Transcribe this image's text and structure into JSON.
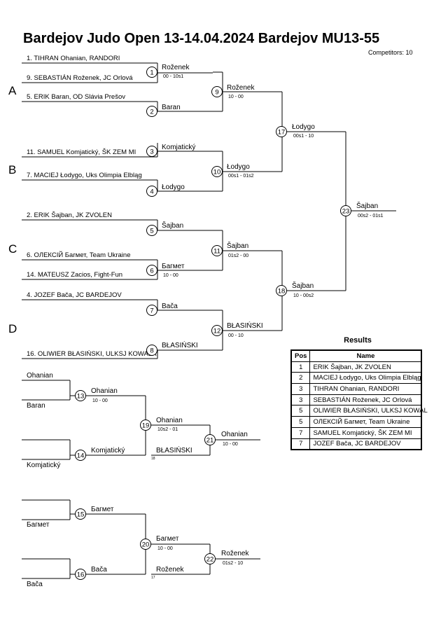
{
  "header": {
    "title": "Bardejov Judo Open  13-14.04.2024  Bardejov   MU13-55",
    "competitors": "Competitors: 10"
  },
  "pools": [
    "A",
    "B",
    "C",
    "D"
  ],
  "entries": [
    "1. TIHRAN Ohanian, RANDORI",
    "9. SEBASTIÁN Roženek, JC Orlová",
    "5. ERIK Baran, OD Slávia Prešov",
    "11. SAMUEL Komjatický, ŠK ZEM MI",
    "7. MACIEJ Łodygo, Uks Olimpia Elbląg",
    "2. ERIK Šajban, JK ZVOLEN",
    "6. ОЛЕКСІЙ Багмет, Team Ukraine",
    "14. MATEUSZ Zacios, Fight-Fun",
    "4. JOZEF Bača, JC BARDEJOV",
    "16. OLIWIER BŁASIŃSKI, ULKSJ KOWALA"
  ],
  "matches": [
    {
      "num": "1",
      "winner": "Roženek",
      "score": "00 - 10s1"
    },
    {
      "num": "2",
      "winner": "Baran",
      "score": ""
    },
    {
      "num": "3",
      "winner": "Komjatický",
      "score": ""
    },
    {
      "num": "4",
      "winner": "Łodygo",
      "score": ""
    },
    {
      "num": "5",
      "winner": "Šajban",
      "score": ""
    },
    {
      "num": "6",
      "winner": "Багмет",
      "score": "10 - 00"
    },
    {
      "num": "7",
      "winner": "Bača",
      "score": ""
    },
    {
      "num": "8",
      "winner": "BŁASIŃSKI",
      "score": ""
    },
    {
      "num": "9",
      "winner": "Roženek",
      "score": "10 - 00"
    },
    {
      "num": "10",
      "winner": "Łodygo",
      "score": "00s1 - 01s2"
    },
    {
      "num": "11",
      "winner": "Šajban",
      "score": "01s2 - 00"
    },
    {
      "num": "12",
      "winner": "BŁASIŃSKI",
      "score": "00 - 10"
    },
    {
      "num": "17",
      "winner": "Łodygo",
      "score": "00s1 - 10"
    },
    {
      "num": "18",
      "winner": "Šajban",
      "score": "10 - 00s2"
    },
    {
      "num": "23",
      "winner": "Šajban",
      "score": "00s2 - 01s1"
    }
  ],
  "repechage": {
    "top": {
      "entrants": [
        "Ohanian",
        "Baran",
        "Komjatický"
      ],
      "m13": {
        "num": "13",
        "winner": "Ohanian",
        "score": "10 - 00"
      },
      "m14": {
        "num": "14",
        "winner": "Komjatický"
      },
      "m19": {
        "num": "19",
        "winner": "Ohanian",
        "score": "10s2 - 01",
        "loser": "BŁASIŃSKI",
        "loser_ref": "18"
      },
      "m21": {
        "num": "21",
        "winner": "Ohanian",
        "score": "10 - 00"
      }
    },
    "bottom": {
      "entrants": [
        "Багмет",
        "Bača"
      ],
      "m15": {
        "num": "15",
        "winner": "Багмет"
      },
      "m16": {
        "num": "16",
        "winner": "Bača"
      },
      "m20": {
        "num": "20",
        "winner": "Багмет",
        "score": "10 - 00",
        "loser": "Roženek",
        "loser_ref": "17"
      },
      "m22": {
        "num": "22",
        "winner": "Roženek",
        "score": "01s2 - 10"
      }
    }
  },
  "results": {
    "title": "Results",
    "headers": [
      "Pos",
      "Name"
    ],
    "rows": [
      {
        "pos": "1",
        "name": "ERIK Šajban, JK ZVOLEN"
      },
      {
        "pos": "2",
        "name": "MACIEJ Łodygo, Uks Olimpia Elbląg"
      },
      {
        "pos": "3",
        "name": "TIHRAN Ohanian, RANDORI"
      },
      {
        "pos": "3",
        "name": "SEBASTIÁN Roženek, JC Orlová"
      },
      {
        "pos": "5",
        "name": "OLIWIER BŁASIŃSKI, ULKSJ KOWAL"
      },
      {
        "pos": "5",
        "name": "ОЛЕКСІЙ Багмет, Team Ukraine"
      },
      {
        "pos": "7",
        "name": "SAMUEL Komjatický, ŠK ZEM MI"
      },
      {
        "pos": "7",
        "name": "JOZEF Bača, JC BARDEJOV"
      }
    ]
  }
}
